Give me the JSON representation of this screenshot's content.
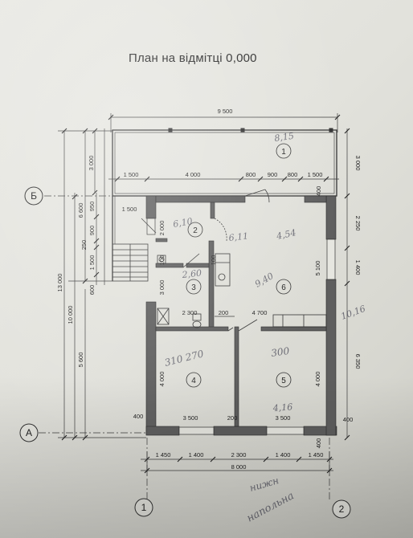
{
  "title": "План на відмітці 0,000",
  "axes": {
    "horizontal": [
      {
        "label": "Б"
      },
      {
        "label": "А"
      }
    ],
    "vertical": [
      {
        "label": "1"
      },
      {
        "label": "2"
      }
    ]
  },
  "dimensions": {
    "top_overall": "9 500",
    "top_chain": [
      "1 500",
      "4 000",
      "800",
      "900",
      "800",
      "1 500"
    ],
    "bottom_chain": [
      "1 450",
      "1 400",
      "2 300",
      "1 400",
      "1 450"
    ],
    "bottom_overall": "8 000",
    "left_outer": "13 000",
    "left_mid": "10 000",
    "left_upper": "6 600",
    "left_lower": "5 600",
    "left_terrace": "3 000",
    "left_chain": [
      "950",
      "900",
      "250",
      "1 500",
      "600"
    ],
    "right_chain": [
      "3 000",
      "2 250",
      "1 400",
      "6 350"
    ],
    "inner": {
      "terrace_edge": "1 500",
      "room2_h": "2 000",
      "room3_h": "3 000",
      "small_100a": "100",
      "small_100b": "100",
      "room6_w": "5 100",
      "hall_w": "2 300",
      "wall_200a": "200",
      "corr_w": "4 700",
      "room4_h": "4 000",
      "room5_h": "4 000",
      "room4_w": "3 500",
      "room5_w": "3 500",
      "wall_200b": "200",
      "edge_400_left": "400",
      "edge_400_right": "400",
      "edge_400_top": "400",
      "edge_400_bottom": "400"
    }
  },
  "rooms": [
    {
      "number": "1"
    },
    {
      "number": "2"
    },
    {
      "number": "3"
    },
    {
      "number": "4"
    },
    {
      "number": "5"
    },
    {
      "number": "6"
    }
  ],
  "handwritten": [
    {
      "text": "8,15"
    },
    {
      "text": "6,10"
    },
    {
      "text": "6,11"
    },
    {
      "text": "4,54"
    },
    {
      "text": "2,60"
    },
    {
      "text": "9,40"
    },
    {
      "text": "10,16"
    },
    {
      "text": "310 270"
    },
    {
      "text": "300"
    },
    {
      "text": "4,16"
    },
    {
      "text": "нижн"
    },
    {
      "text": "напольна"
    }
  ]
}
